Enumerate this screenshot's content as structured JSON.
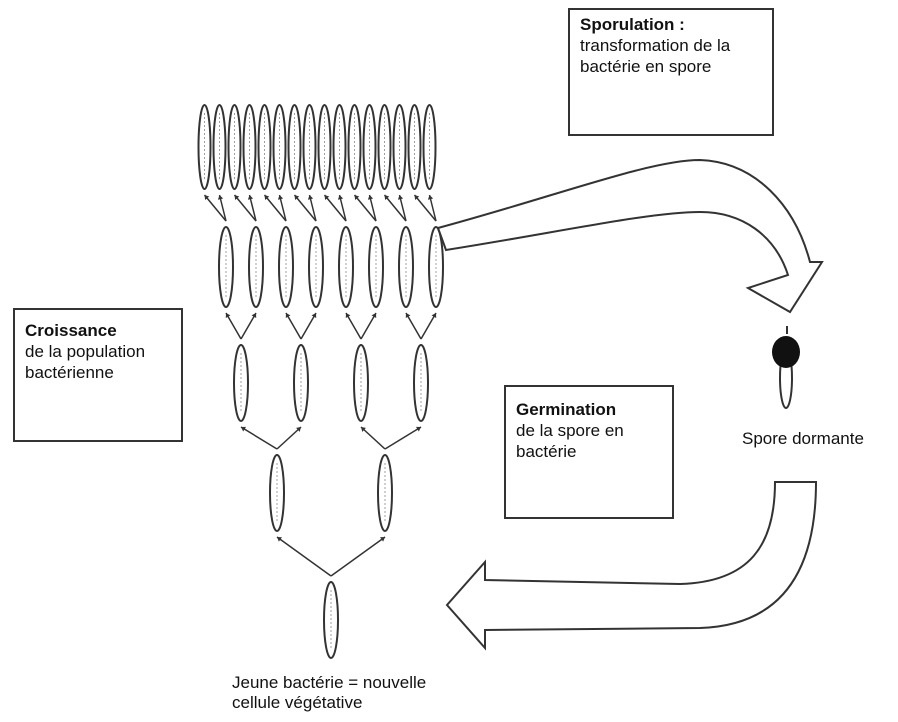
{
  "sporulation": {
    "title": "Sporulation :",
    "text": "transformation de la bactérie en spore"
  },
  "croissance": {
    "title": "Croissance",
    "text": "de la population bactérienne"
  },
  "germination": {
    "title": "Germination",
    "text": "de la spore en bactérie"
  },
  "spore_label": "Spore dormante",
  "young_label_line1": "Jeune bactérie = nouvelle",
  "young_label_line2": "cellule végétative",
  "colors": {
    "stroke": "#333333",
    "spore": "#111111",
    "fill": "#ffffff"
  },
  "tree_levels": [
    1,
    2,
    4,
    8,
    16
  ]
}
